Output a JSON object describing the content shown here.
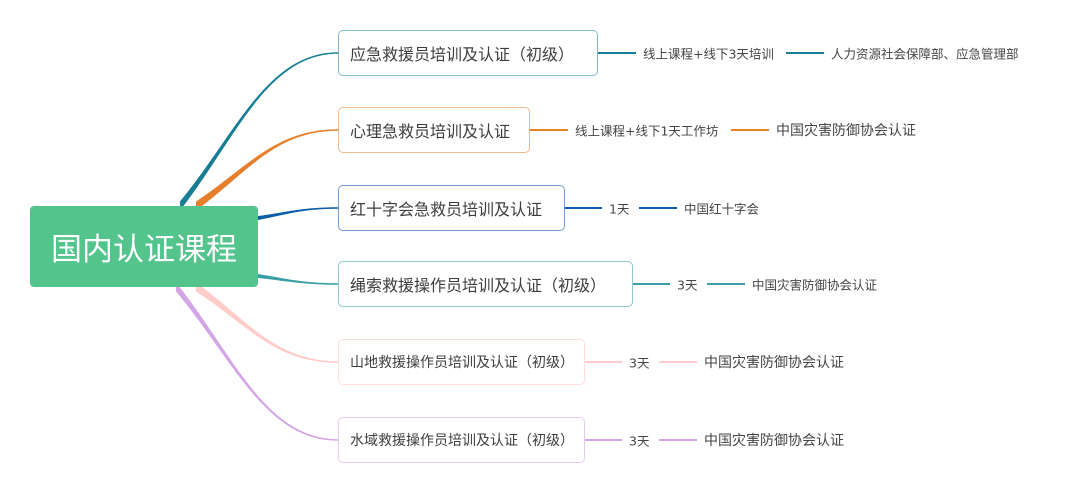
{
  "root": {
    "label": "国内认证课程",
    "color": "#52c48c"
  },
  "branches": [
    {
      "label": "应急救援员培训及认证（初级）",
      "color": "#177e96",
      "border": "#7fb8c8",
      "detail": "线上课程+线下3天培训",
      "authority": "人力资源社会保障部、应急管理部"
    },
    {
      "label": "心理急救员培训及认证",
      "color": "#e67e2a",
      "border": "#f0b98c",
      "detail": "线上课程+线下1天工作坊",
      "authority": "中国灾害防御协会认证"
    },
    {
      "label": "红十字会急救员培训及认证",
      "color": "#0c5fa8",
      "border": "#6f9fcf",
      "detail": "1天",
      "authority": "中国红十字会"
    },
    {
      "label": "绳索救援操作员培训及认证（初级）",
      "color": "#3a9ea6",
      "border": "#8ec9cd",
      "detail": "3天",
      "authority": "中国灾害防御协会认证"
    },
    {
      "label": "山地救援操作员培训及认证（初级）",
      "color": "#ffcdc9",
      "border": "#ffdedb",
      "detail": "3天",
      "authority": "中国灾害防御协会认证"
    },
    {
      "label": "水域救援操作员培训及认证（初级）",
      "color": "#d4a5e6",
      "border": "#e5ccef",
      "detail": "3天",
      "authority": "中国灾害防御协会认证"
    }
  ]
}
